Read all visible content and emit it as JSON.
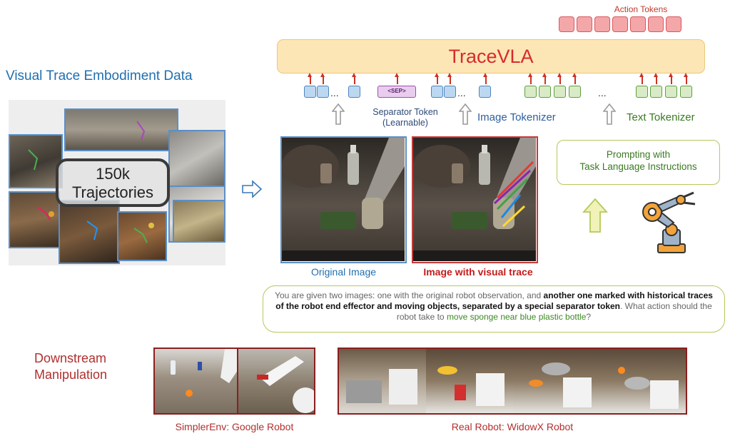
{
  "left": {
    "title": "Visual Trace Embodiment Data",
    "trajectory_count": "150k",
    "trajectory_word": "Trajectories"
  },
  "top": {
    "action_tokens_label": "Action Tokens",
    "action_token_count": 7,
    "model_name": "TraceVLA"
  },
  "tokens": {
    "ellipsis": "...",
    "sep_token": "<SEP>",
    "separator_label_line1": "Separator Token",
    "separator_label_line2": "(Learnable)",
    "image_tokenizer": "Image Tokenizer",
    "text_tokenizer": "Text Tokenizer"
  },
  "images": {
    "original_label": "Original Image",
    "traced_label": "Image with visual trace"
  },
  "prompt": {
    "line1": "Prompting with",
    "line2": "Task Language Instructions"
  },
  "description": {
    "part1": "You are given two images: one with the original robot observation, and ",
    "part2_bold": "another one marked with historical traces of the robot end effector and moving objects, separated by a special separator token",
    "part3": ". What action should the robot take to ",
    "part4_green": "move sponge near blue plastic bottle",
    "part5": "?"
  },
  "downstream": {
    "title_line1": "Downstream",
    "title_line2": "Manipulation",
    "sim_label": "SimplerEnv: Google Robot",
    "real_label": "Real Robot: WidowX Robot"
  },
  "colors": {
    "blue_title": "#1f6fb0",
    "model_fill": "#fde6b5",
    "model_text": "#d62c2c",
    "action_token_fill": "#f4a7a9",
    "image_token_fill": "#bcd8f0",
    "text_token_fill": "#d8ebc6",
    "sep_token_fill": "#e9cdee",
    "downstream_red": "#b0302e"
  }
}
